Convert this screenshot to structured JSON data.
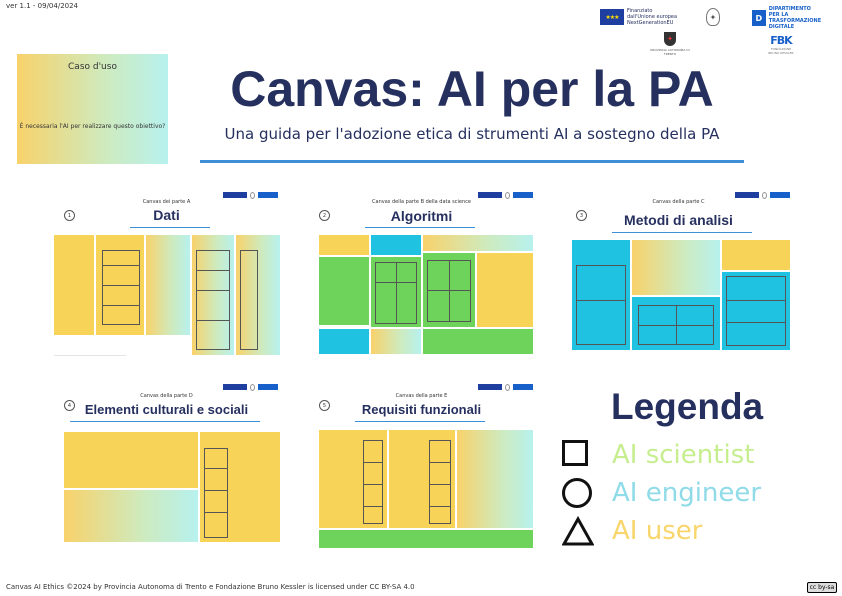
{
  "version": "ver 1.1 - 09/04/2024",
  "logos": {
    "eu_flag": "★★★",
    "eu_line1": "Finanziato",
    "eu_line2": "dall'Unione europea",
    "eu_line3": "NextGenerationEU",
    "emblem": "✦",
    "dtd_mark": "D",
    "dtd_line1": "DIPARTIMENTO",
    "dtd_line2": "PER LA TRASFORMAZIONE",
    "dtd_line3": "DIGITALE",
    "trento_shield": "✦",
    "trento_label": "PROVINCIA AUTONOMA DI TRENTO",
    "fbk_mark": "FBK",
    "fbk_sub": "FONDAZIONE BRUNO KESSLER"
  },
  "use_case": {
    "title": "Caso d'uso",
    "question": "È necessaria l'AI per realizzare questo obiettivo?"
  },
  "header": {
    "title": "Canvas: AI per la PA",
    "subtitle": "Una guida per l'adozione etica di strumenti AI a sostegno della PA"
  },
  "canvases": [
    {
      "number": "1",
      "kicker": "Canvas dei parte A",
      "title": "Dati"
    },
    {
      "number": "2",
      "kicker": "Canvas della parte B della data science",
      "title": "Algoritmi"
    },
    {
      "number": "3",
      "kicker": "Canvas della parte C",
      "title": "Metodi di analisi"
    },
    {
      "number": "4",
      "kicker": "Canvas della parte D",
      "title": "Elementi culturali e sociali"
    },
    {
      "number": "5",
      "kicker": "Canvas della parte E",
      "title": "Requisiti funzionali"
    }
  ],
  "legend": {
    "title": "Legenda",
    "items": [
      {
        "symbol": "square-icon",
        "label": "AI scientist",
        "color": "#c6ee8f"
      },
      {
        "symbol": "circle-icon",
        "label": "AI engineer",
        "color": "#8fdbe8"
      },
      {
        "symbol": "triangle-icon",
        "label": "AI user",
        "color": "#f8d66c"
      }
    ]
  },
  "footer": "Canvas AI Ethics ©2024 by Provincia Autonoma di Trento e Fondazione Bruno Kessler is licensed under CC BY-SA 4.0",
  "license_badge": "cc by-sa"
}
